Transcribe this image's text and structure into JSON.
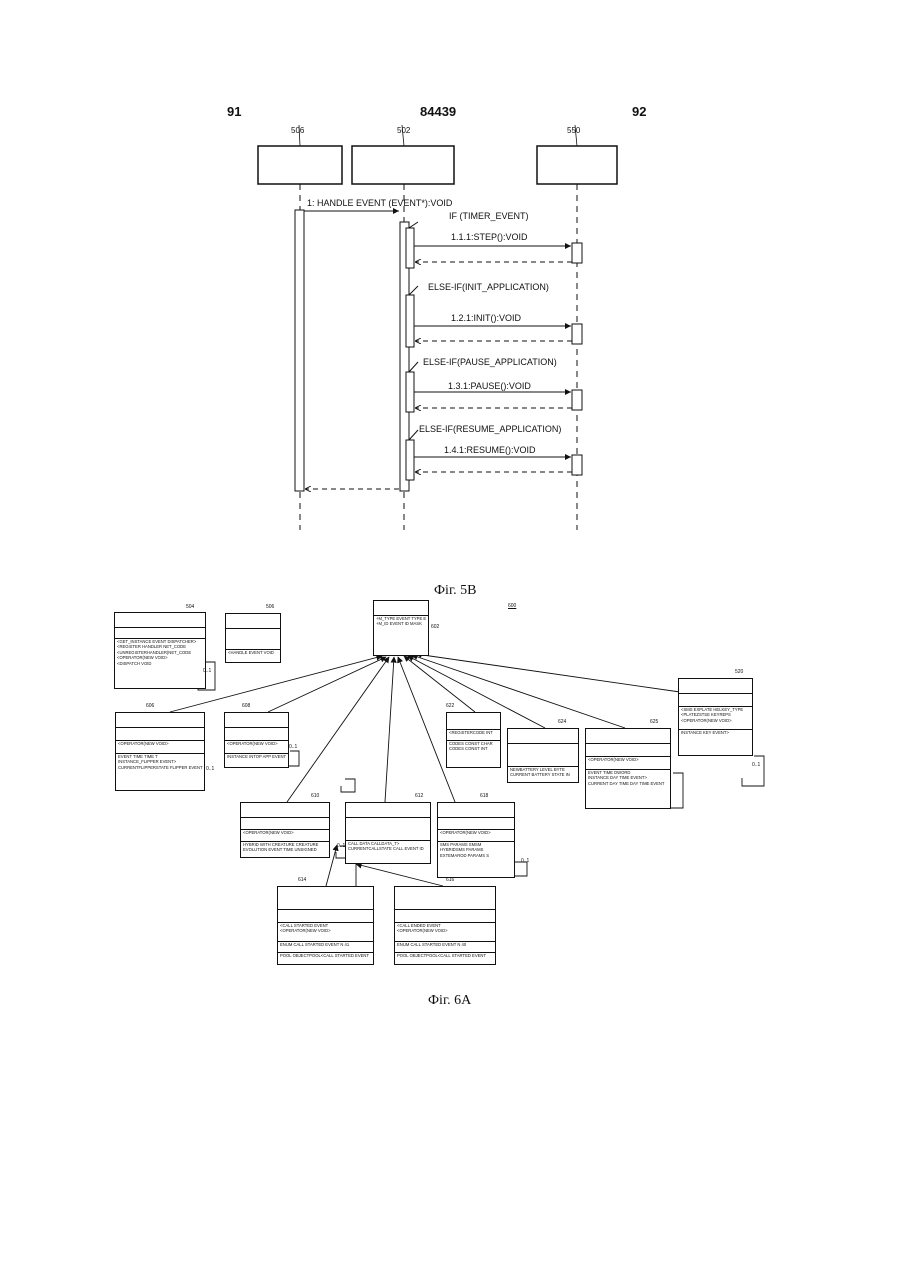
{
  "header": {
    "page_left": "91",
    "page_center": "84439",
    "page_right": "92"
  },
  "fig5b": {
    "caption": "Фіг. 5В",
    "lifelines": [
      {
        "ref": "506"
      },
      {
        "ref": "502"
      },
      {
        "ref": "550"
      }
    ],
    "messages": [
      "1: HANDLE EVENT (EVENT*):VOID",
      "IF (TIMER_EVENT)",
      "1.1.1:STEP():VOID",
      "ELSE-IF(INIT_APPLICATION)",
      "1.2.1:INIT():VOID",
      "ELSE-IF(PAUSE_APPLICATION)",
      "1.3.1:PAUSE():VOID",
      "ELSE-IF(RESUME_APPLICATION)",
      "1.4.1:RESUME():VOID"
    ]
  },
  "fig6a": {
    "caption": "Фіг. 6А",
    "diagram_ref": "600",
    "multiplicity": "0..1",
    "classes": {
      "c602": {
        "ref": "602",
        "attrs": [
          "+M_TYPE EVENT TYPE E",
          "+M_ID EVENT ID MASK"
        ]
      },
      "c504": {
        "ref": "504",
        "ops": [
          "<GET_INSTANCE EVENT DISPATCHER>",
          "<REGISTER HANDLER NET_CODE",
          "<UNREGISTERHANDLER(NET_CODE",
          "<OPERATOR(NEW VOID>",
          "<DISPATCH VOID"
        ]
      },
      "c506": {
        "ref": "506",
        "ops": [
          "<HANDLE EVENT VOID"
        ]
      },
      "c606": {
        "ref": "606",
        "ops": [
          "<OPERATOR(NEW VOID>"
        ],
        "attrs": [
          "EVENT TIME TIME T",
          "INSTANCE_FLIPPER EVENT>",
          "CURRENTFLIPPERSTATE FLIPPER EVENT"
        ]
      },
      "c608": {
        "ref": "608",
        "ops": [
          "<OPERATOR(NEW VOID>"
        ],
        "attrs": [
          "INSTANCE INTOP APP EVENT"
        ]
      },
      "c622": {
        "ref": "622",
        "ops": [
          "<REGISTERCODE INT"
        ],
        "attrs": [
          "CODES CONST CHAR",
          "CODES CONST INT"
        ]
      },
      "c624": {
        "ref": "624",
        "attrs": [
          "NEWBATTERY LEVEL BYTE",
          "CURRENT BATTERY STATE IN"
        ]
      },
      "c625": {
        "ref": "625",
        "ops": [
          "<OPERATOR(NEW VOID>"
        ],
        "attrs": [
          "EVENT TIME DWORD",
          "INSTANCE DAY TIME EVENT>",
          "CURRENT DAY TIME DAY TIME EVENT"
        ]
      },
      "c520": {
        "ref": "520",
        "ops": [
          "<SMS EXPLATE HELKEY_TYPE",
          "<PLATEZSTSE KEYREPS",
          "<OPERATOR(NEW VOID>"
        ],
        "attrs": [
          "INSTANCE KEY EVENT>"
        ]
      },
      "c610": {
        "ref": "610",
        "ops": [
          "<OPERATOR(NEW VOID>"
        ],
        "attrs": [
          "HYBRID WITH CREATURE CREATURE",
          "EVOLUTION EVENT TIME UNSIGNED"
        ]
      },
      "c612": {
        "ref": "612",
        "attrs": [
          "CALL DATA CALLDATA_T>",
          "CURRENTCALLSTATE CALL EVENT ID"
        ]
      },
      "c618": {
        "ref": "618",
        "ops": [
          "<OPERATOR(NEW VOID>"
        ],
        "attrs": [
          "SMS PARAMS SMSM",
          "HYBRIDSMS PARAMS",
          "EXTEMAROD PARAMS S"
        ]
      },
      "c614": {
        "ref": "614",
        "ops": [
          "<CALL STARTED EVENT",
          "<OPERATOR(NEW VOID>"
        ],
        "attrs": [
          "ENUM CALL STARTED EVENT N 41",
          "POOL OBJECTPOOL<CALL STARTED EVENT"
        ]
      },
      "c616": {
        "ref": "616",
        "ops": [
          "<CALL ENDED EVENT",
          "<OPERATOR(NEW VOID>"
        ],
        "attrs": [
          "ENUM CALL STARTED EVENT N 40",
          "POOL OBJECTPOOL<CALL STARTED EVENT"
        ]
      }
    }
  }
}
